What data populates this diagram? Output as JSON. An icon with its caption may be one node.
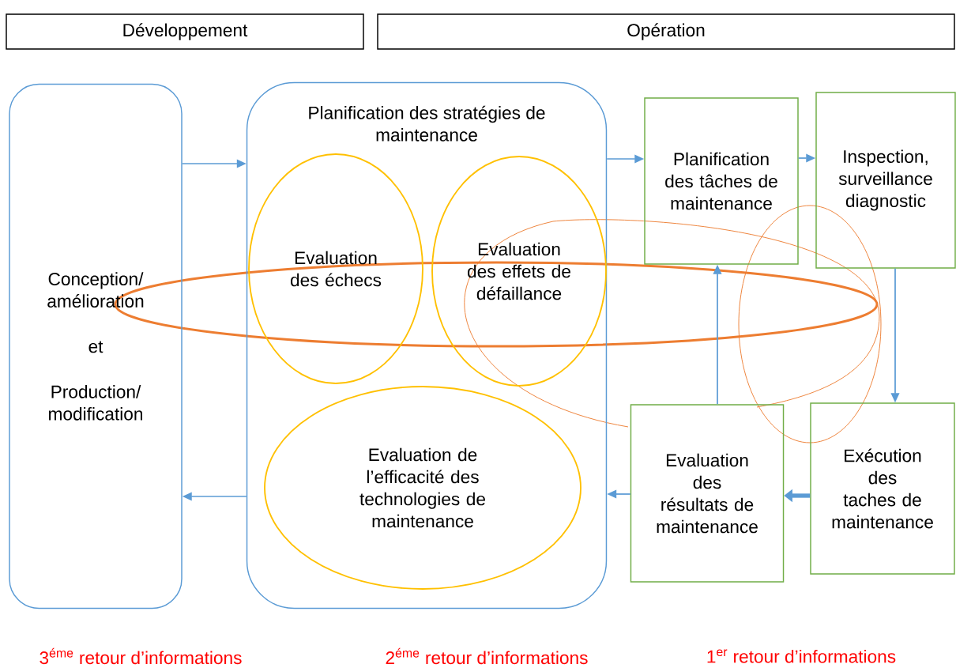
{
  "diagram": {
    "nodes": [
      {
        "text": [
          "Développement"
        ]
      },
      {
        "text": [
          "Opération"
        ]
      },
      {
        "text": [
          "Conception/ amélioration",
          "et",
          "Production/ modification"
        ]
      },
      {
        "text": [
          "Planification des stratégies de maintenance"
        ]
      },
      {
        "text": [
          "Evaluation des échecs"
        ],
        "in": 3
      },
      {
        "text": [
          "Evaluation des effets de défaillance"
        ],
        "in": 3
      },
      {
        "text": [
          "Evaluation de l’efficacité des technologies de maintenance"
        ],
        "in": 3
      },
      {
        "text": [
          "Planification des tâches de maintenance"
        ]
      },
      {
        "text": [
          "Inspection, surveillance diagnostic"
        ]
      },
      {
        "text": [
          "Evaluation des résultats de maintenance"
        ]
      },
      {
        "text": [
          "Exécution des taches de maintenance"
        ]
      }
    ],
    "edges": [
      {
        "from": 2,
        "to": 3,
        "arrow": "to"
      },
      {
        "from": 3,
        "to": 7,
        "arrow": "to"
      },
      {
        "from": 7,
        "to": 8,
        "arrow": "to"
      },
      {
        "from": 8,
        "to": 10,
        "arrow": "to"
      },
      {
        "from": 10,
        "to": 9,
        "arrow": "to",
        "style": "thick"
      },
      {
        "from": 9,
        "to": 7,
        "arrow": "to"
      },
      {
        "from": 9,
        "to": 3,
        "arrow": "to"
      },
      {
        "from": 3,
        "to": 2,
        "arrow": "to"
      }
    ],
    "labels": [
      "3$^{éme}$ retour d’informations",
      "2$^{éme}$ retour d’informations",
      "1$^{er}$ retour d’informations"
    ]
  }
}
